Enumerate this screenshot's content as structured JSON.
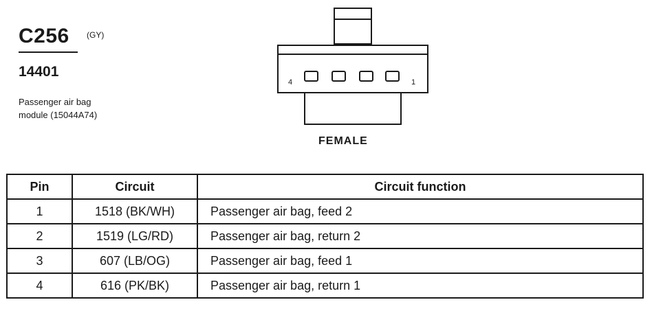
{
  "connector": {
    "id": "C256",
    "color_code": "(GY)",
    "part_number": "14401",
    "description_lines": [
      "Passenger air bag",
      "module (15044A74)"
    ]
  },
  "diagram": {
    "pin_left_label": "4",
    "pin_right_label": "1",
    "gender_label": "FEMALE"
  },
  "table": {
    "headers": [
      "Pin",
      "Circuit",
      "Circuit function"
    ],
    "rows": [
      {
        "pin": "1",
        "circuit": "1518 (BK/WH)",
        "function": "Passenger air bag, feed 2"
      },
      {
        "pin": "2",
        "circuit": "1519 (LG/RD)",
        "function": "Passenger air bag, return 2"
      },
      {
        "pin": "3",
        "circuit": "607 (LB/OG)",
        "function": "Passenger air bag, feed 1"
      },
      {
        "pin": "4",
        "circuit": "616 (PK/BK)",
        "function": "Passenger air bag, return 1"
      }
    ]
  }
}
